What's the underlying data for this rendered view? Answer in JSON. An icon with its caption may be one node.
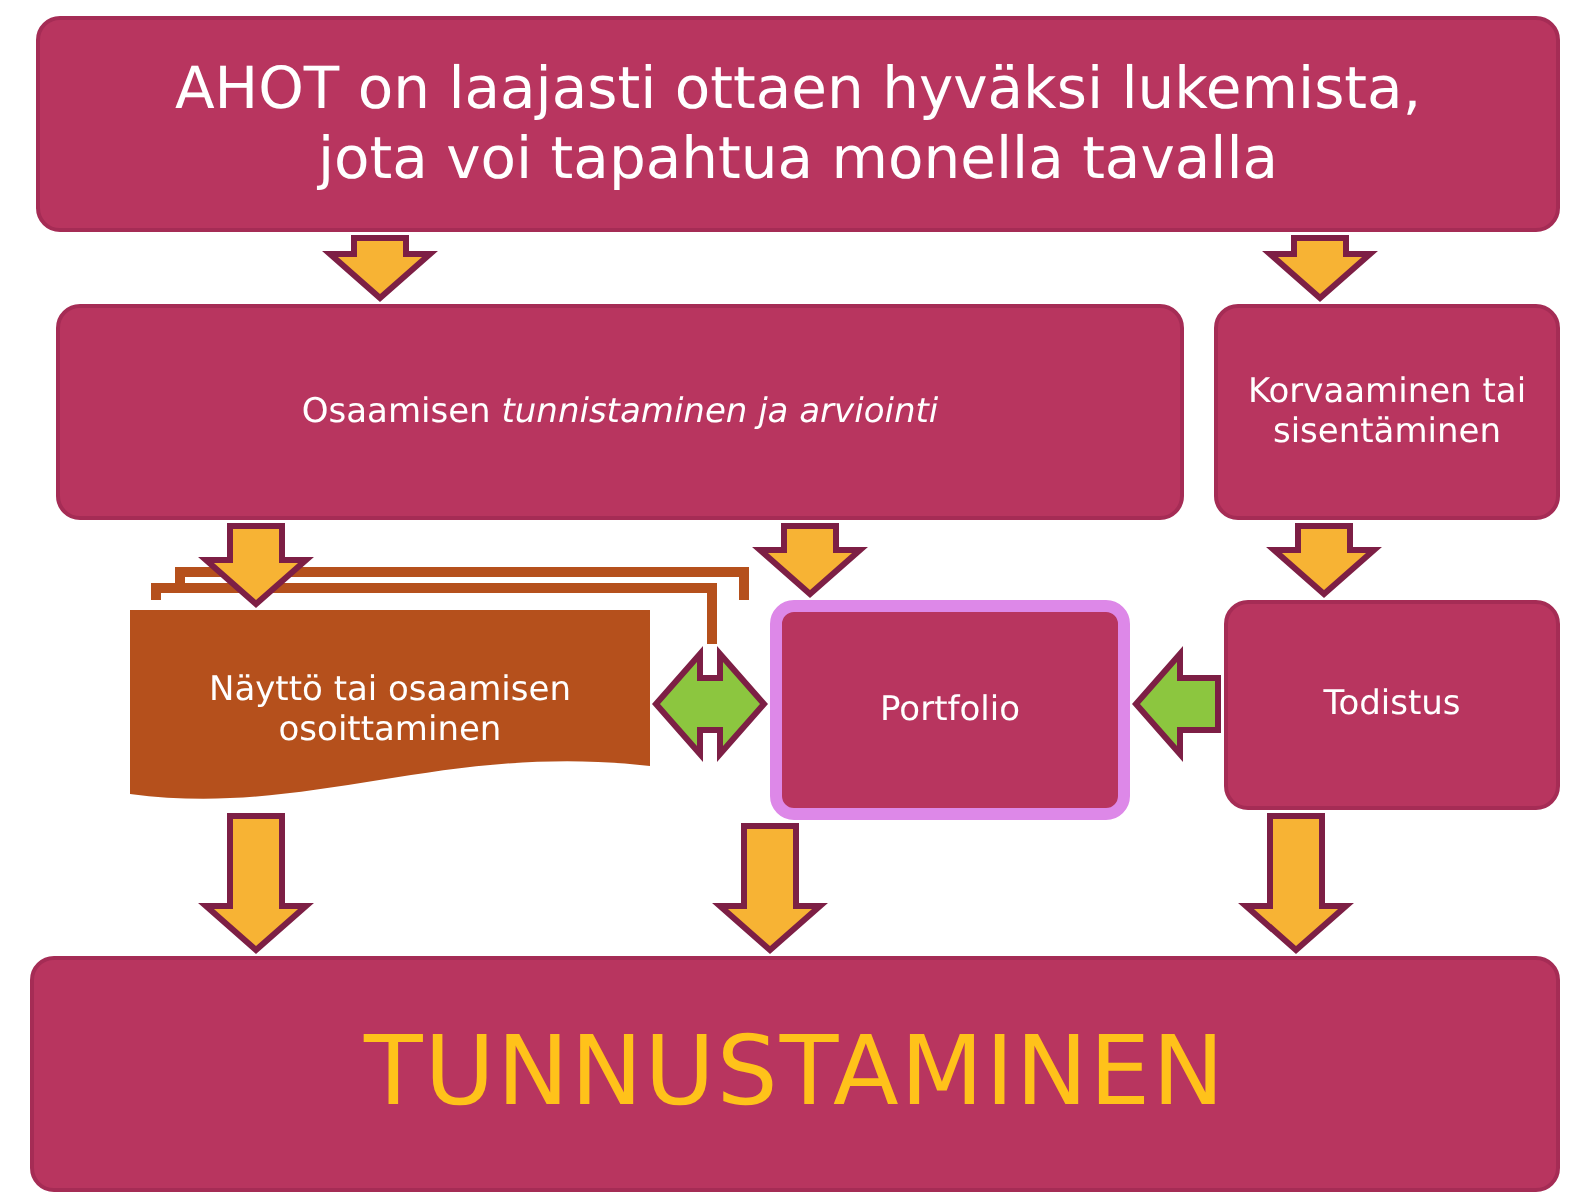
{
  "diagram": {
    "nodes": [
      {
        "text": [
          "AHOT on laajasti ottaen hyväksi lukemista, jota voi tapahtua monella tavalla"
        ]
      },
      {
        "text": [
          "Osaamisen *tunnistaminen ja arviointi*"
        ]
      },
      {
        "text": [
          "Korvaaminen tai sisentäminen"
        ]
      },
      {
        "text": [
          "Näyttö tai osaamisen osoittaminen"
        ]
      },
      {
        "text": [
          "Portfolio"
        ]
      },
      {
        "text": [
          "Todistus"
        ]
      },
      {
        "text": [
          "TUNNUSTAMINEN"
        ]
      }
    ],
    "edges": [
      {
        "from": 0,
        "to": 1,
        "arrow": "to"
      },
      {
        "from": 0,
        "to": 2,
        "arrow": "to"
      },
      {
        "from": 1,
        "to": 3,
        "arrow": "to"
      },
      {
        "from": 1,
        "to": 4,
        "arrow": "to"
      },
      {
        "from": 2,
        "to": 5,
        "arrow": "to"
      },
      {
        "from": 3,
        "to": 4,
        "arrow": "both",
        "color": "#8cc63f"
      },
      {
        "from": 5,
        "to": 4,
        "arrow": "to",
        "color": "#8cc63f"
      },
      {
        "from": 3,
        "to": 6,
        "arrow": "to"
      },
      {
        "from": 4,
        "to": 6,
        "arrow": "to"
      },
      {
        "from": 5,
        "to": 6,
        "arrow": "to"
      }
    ]
  }
}
